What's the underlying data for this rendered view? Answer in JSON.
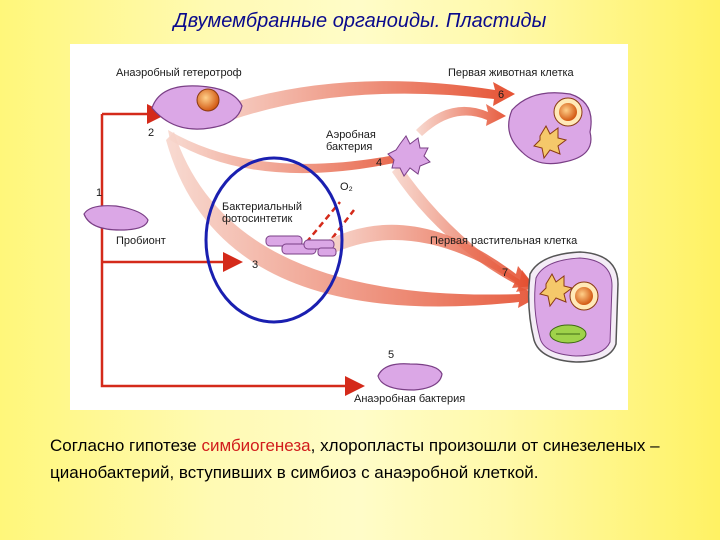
{
  "slide": {
    "title": "Двумембранные органоиды. Пластиды"
  },
  "diagram": {
    "labels": {
      "anaerobic_heterotroph": "Анаэробный гетеротроф",
      "first_animal_cell": "Первая животная клетка",
      "aerobic_bacterium_line1": "Аэробная",
      "aerobic_bacterium_line2": "бактерия",
      "bacterial_photosynth_line1": "Бактериальный",
      "bacterial_photosynth_line2": "фотосинтетик",
      "o2": "O₂",
      "probiont": "Пробионт",
      "first_plant_cell": "Первая растительная клетка",
      "anaerobic_bacterium": "Анаэробная бактерия"
    },
    "numbers": {
      "n1": "1",
      "n2": "2",
      "n3": "3",
      "n4": "4",
      "n5": "5",
      "n6": "6",
      "n7": "7"
    },
    "colors": {
      "arrow_red": "#d42a1a",
      "cell_fill": "#dba7e6",
      "cell_stroke": "#7a3f86",
      "nucleus": "#e8742a",
      "highlight_circle": "#1a1fb0"
    }
  },
  "caption": {
    "part1": "Согласно гипотезе ",
    "highlight": "симбиогенеза",
    "part2": ", хлоропласты произошли от синезеленых – цианобактерий, вступивших в симбиоз с анаэробной клеткой."
  }
}
